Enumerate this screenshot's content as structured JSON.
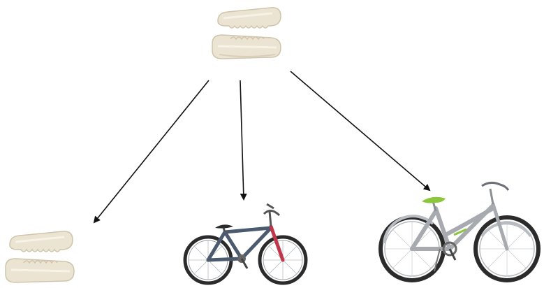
{
  "diagram": {
    "type": "one-to-many",
    "source": {
      "icon": "handlebar-grips-icon"
    },
    "targets": [
      {
        "icon": "handlebar-grips-icon"
      },
      {
        "icon": "bmx-bike-icon"
      },
      {
        "icon": "city-bike-icon"
      }
    ],
    "edges": [
      {
        "from": "source",
        "to": "target-1"
      },
      {
        "from": "source",
        "to": "target-2"
      },
      {
        "from": "source",
        "to": "target-3"
      }
    ],
    "colors": {
      "grip_fill": "#ece4d2",
      "grip_shadow": "#cfc5ad",
      "arrow": "#111111",
      "bmx_frame": "#4b5a6e",
      "bmx_fork": "#c0374b",
      "city_frame": "#a7abb0",
      "city_saddle": "#8cc63f",
      "tire": "#2b2b2b"
    }
  }
}
